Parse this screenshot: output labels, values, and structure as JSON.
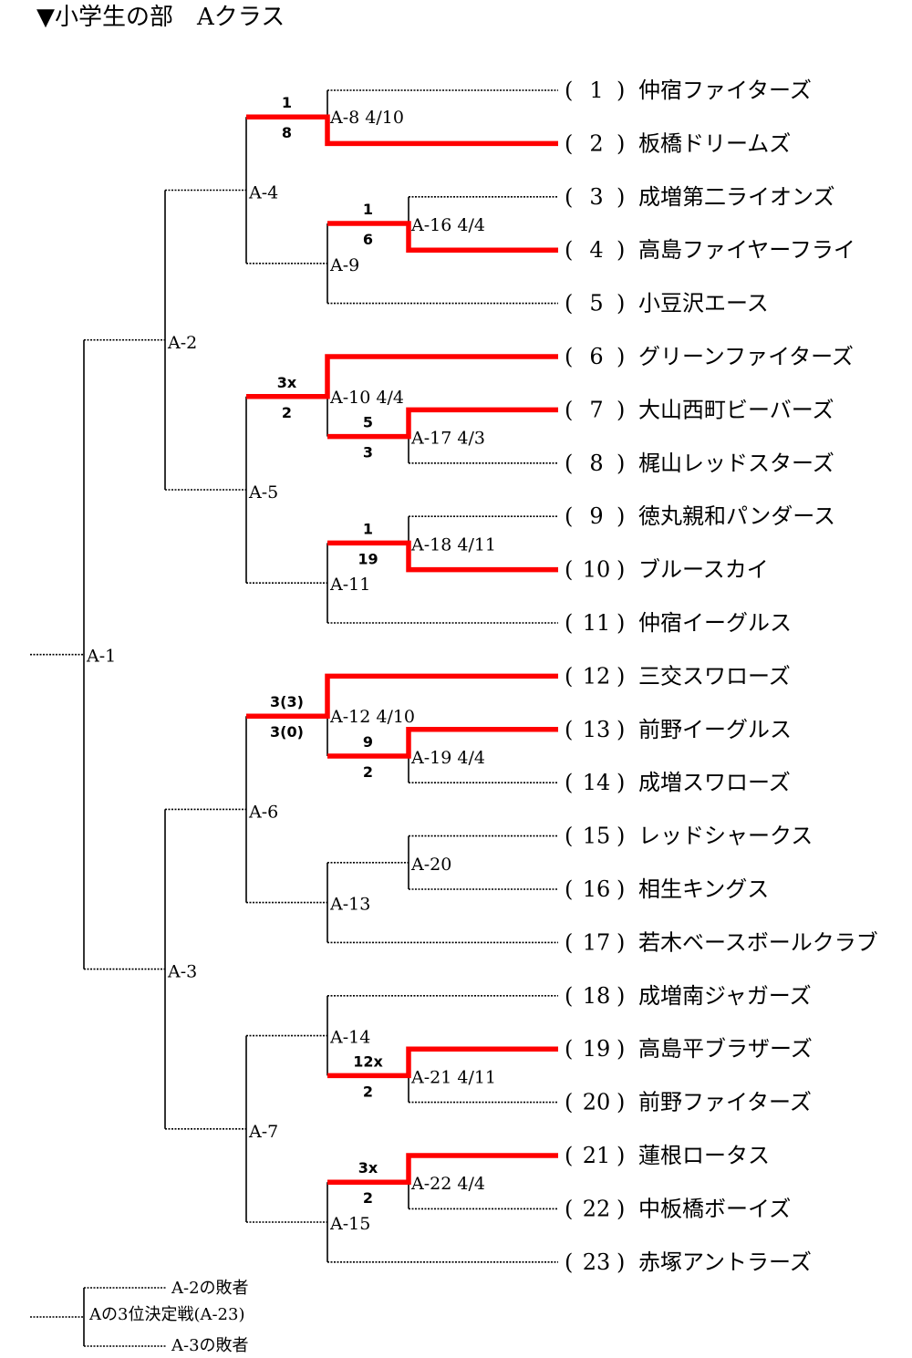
{
  "title": "▼小学生の部　Aクラス",
  "teams": [
    {
      "num": "1",
      "name": "仲宿ファイターズ"
    },
    {
      "num": "2",
      "name": "板橋ドリームズ"
    },
    {
      "num": "3",
      "name": "成増第二ライオンズ"
    },
    {
      "num": "4",
      "name": "高島ファイヤーフライ"
    },
    {
      "num": "5",
      "name": "小豆沢エース"
    },
    {
      "num": "6",
      "name": "グリーンファイターズ"
    },
    {
      "num": "7",
      "name": "大山西町ビーバーズ"
    },
    {
      "num": "8",
      "name": "梶山レッドスターズ"
    },
    {
      "num": "9",
      "name": "徳丸親和パンダース"
    },
    {
      "num": "10",
      "name": "ブルースカイ"
    },
    {
      "num": "11",
      "name": "仲宿イーグルス"
    },
    {
      "num": "12",
      "name": "三交スワローズ"
    },
    {
      "num": "13",
      "name": "前野イーグルス"
    },
    {
      "num": "14",
      "name": "成増スワローズ"
    },
    {
      "num": "15",
      "name": "レッドシャークス"
    },
    {
      "num": "16",
      "name": "相生キングス"
    },
    {
      "num": "17",
      "name": "若木ベースボールクラブ"
    },
    {
      "num": "18",
      "name": "成増南ジャガーズ"
    },
    {
      "num": "19",
      "name": "高島平ブラザーズ"
    },
    {
      "num": "20",
      "name": "前野ファイターズ"
    },
    {
      "num": "21",
      "name": "蓮根ロータス"
    },
    {
      "num": "22",
      "name": "中板橋ボーイズ"
    },
    {
      "num": "23",
      "name": "赤塚アントラーズ"
    }
  ],
  "matches": [
    {
      "id": "A-1",
      "label": "A-1"
    },
    {
      "id": "A-2",
      "label": "A-2"
    },
    {
      "id": "A-3",
      "label": "A-3"
    },
    {
      "id": "A-4",
      "label": "A-4"
    },
    {
      "id": "A-5",
      "label": "A-5"
    },
    {
      "id": "A-6",
      "label": "A-6"
    },
    {
      "id": "A-7",
      "label": "A-7"
    },
    {
      "id": "A-8",
      "label": "A-8  4/10",
      "top_score": "1",
      "bottom_score": "8"
    },
    {
      "id": "A-9",
      "label": "A-9"
    },
    {
      "id": "A-10",
      "label": "A-10  4/4",
      "top_score": "3x",
      "bottom_score": "2"
    },
    {
      "id": "A-11",
      "label": "A-11"
    },
    {
      "id": "A-12",
      "label": "A-12  4/10",
      "top_score": "3(3)",
      "bottom_score": "3(0)"
    },
    {
      "id": "A-13",
      "label": "A-13"
    },
    {
      "id": "A-14",
      "label": "A-14"
    },
    {
      "id": "A-15",
      "label": "A-15"
    },
    {
      "id": "A-16",
      "label": "A-16  4/4",
      "top_score": "1",
      "bottom_score": "6"
    },
    {
      "id": "A-17",
      "label": "A-17  4/3",
      "top_score": "5",
      "bottom_score": "3"
    },
    {
      "id": "A-18",
      "label": "A-18  4/11",
      "top_score": "1",
      "bottom_score": "19"
    },
    {
      "id": "A-19",
      "label": "A-19  4/4",
      "top_score": "9",
      "bottom_score": "2"
    },
    {
      "id": "A-20",
      "label": "A-20"
    },
    {
      "id": "A-21",
      "label": "A-21  4/11",
      "top_score": "12x",
      "bottom_score": "2"
    },
    {
      "id": "A-22",
      "label": "A-22  4/4",
      "top_score": "3x",
      "bottom_score": "2"
    }
  ],
  "third_place": {
    "title": "Aの3位決定戦(A-23)",
    "top": "A-2の敗者",
    "bottom": "A-3の敗者"
  },
  "colors": {
    "winner_line": "#ff0000",
    "line": "#000000"
  }
}
